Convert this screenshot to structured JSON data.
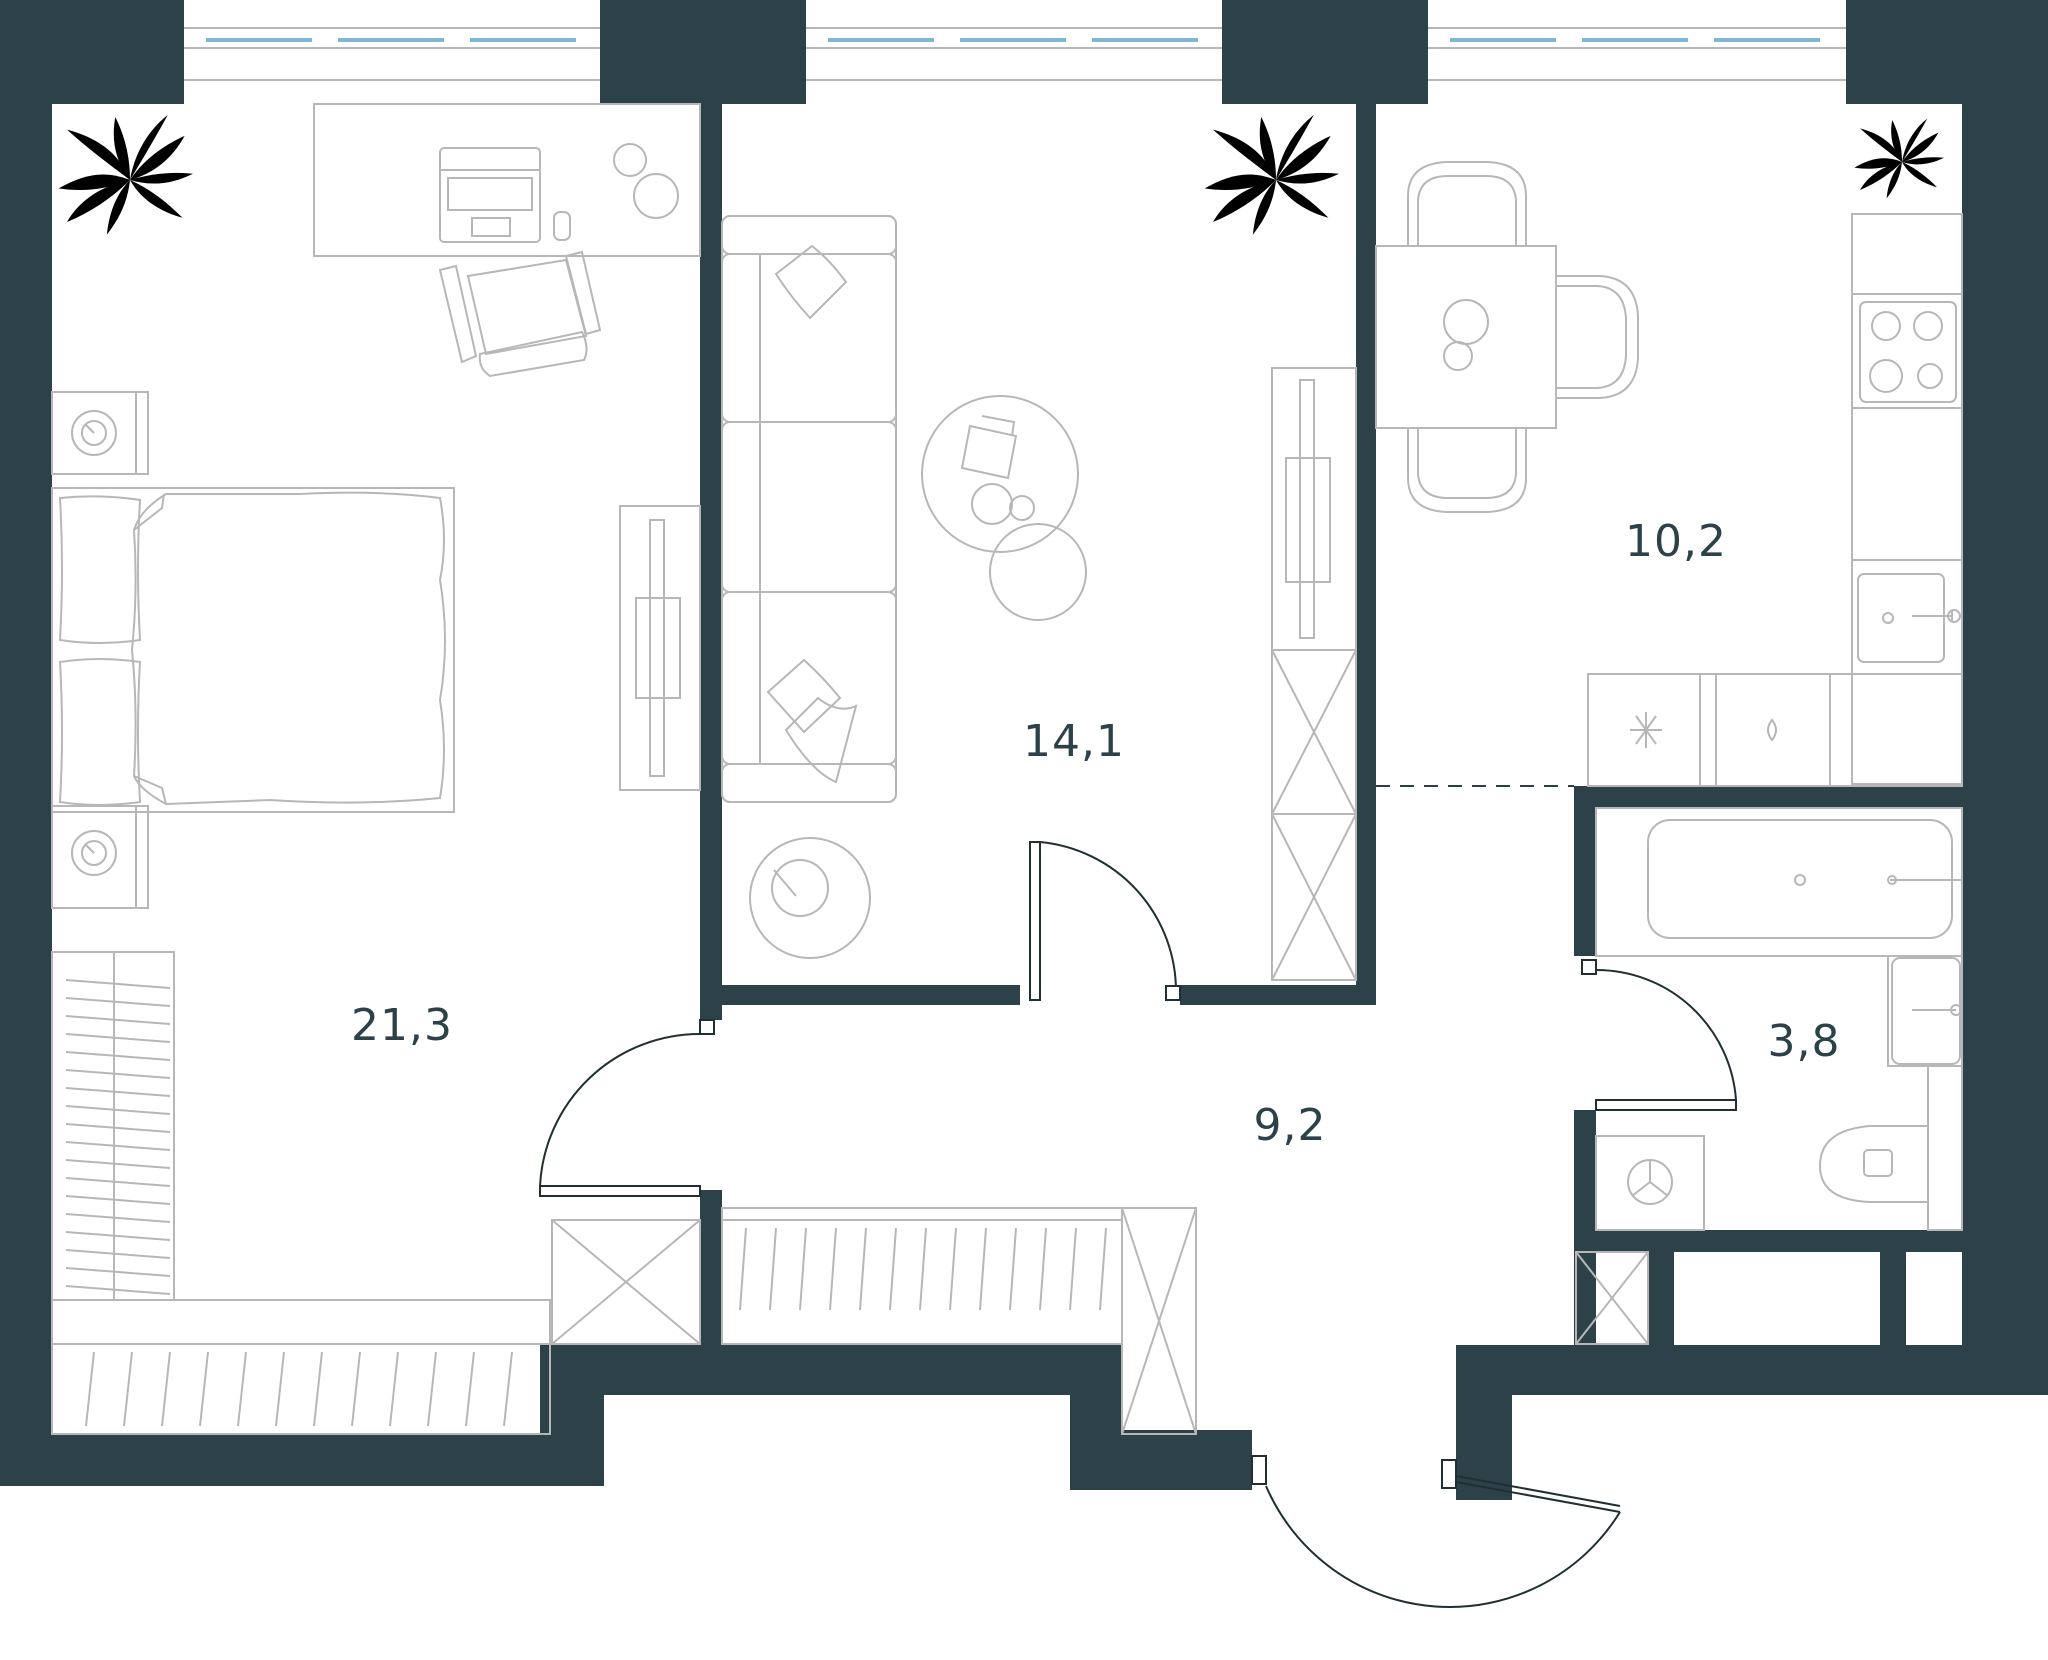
{
  "colors": {
    "wall": "#2d4248",
    "line": "#b7b7b7",
    "window": "#7fb7d6",
    "plant": "#8cc63f",
    "door": "#1f2f33",
    "text": "#2d4248",
    "background": "#ffffff"
  },
  "rooms": [
    {
      "id": "bedroom",
      "area": "21,3"
    },
    {
      "id": "living-room",
      "area": "14,1"
    },
    {
      "id": "kitchen",
      "area": "10,2"
    },
    {
      "id": "hallway",
      "area": "9,2"
    },
    {
      "id": "bathroom",
      "area": "3,8"
    }
  ],
  "icons": [
    "plant-icon",
    "desk-icon",
    "laptop-icon",
    "office-chair-icon",
    "double-bed-icon",
    "nightstand-icon",
    "wardrobe-icon",
    "sofa-icon",
    "coffee-table-icon",
    "floor-lamp-icon",
    "tv-stand-icon",
    "dining-table-icon",
    "cooktop-icon",
    "kitchen-sink-icon",
    "bathtub-icon",
    "washbasin-icon",
    "toilet-icon",
    "washing-machine-icon",
    "door-swing-icon"
  ]
}
